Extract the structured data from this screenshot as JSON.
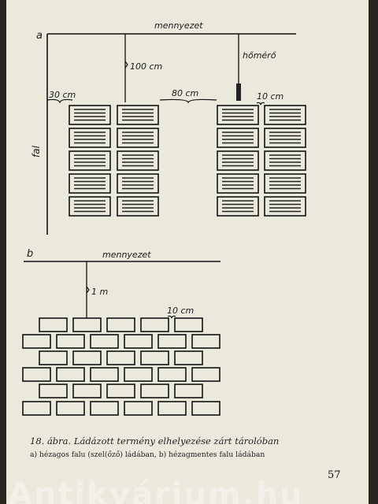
{
  "figure_a": {
    "panel_letter": "a",
    "ceiling_label": "mennyezet",
    "wall_label": "fal",
    "dim_top": "100 cm",
    "thermometer_label": "hőmérő",
    "dim_wall_gap": "30 cm",
    "dim_aisle": "80 cm",
    "dim_stack_gap": "10 cm"
  },
  "figure_b": {
    "panel_letter": "b",
    "ceiling_label": "mennyezet",
    "dim_top": "1 m",
    "dim_gap": "10 cm"
  },
  "caption": "18. ábra. Ládázott termény elhelyezése zárt tárolóban",
  "subcaption": "a) hézagos falu (szel(őző) ládában, b) hézagmentes falu ládában",
  "page_number": "57",
  "watermark": "Antikvárium.hu"
}
